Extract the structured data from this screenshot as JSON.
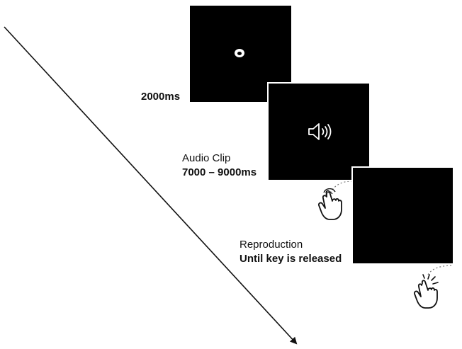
{
  "stages": [
    {
      "duration": "2000ms",
      "icon": "fixation-dot-icon"
    },
    {
      "title": "Audio Clip",
      "duration": "7000 – 9000ms",
      "icon": "speaker-sound-icon"
    },
    {
      "title": "Reproduction",
      "duration": "Until key is released",
      "icons": [
        "hand-press-key-icon",
        "hand-release-key-icon"
      ]
    }
  ],
  "colors": {
    "screen": "#000000",
    "background": "#ffffff",
    "text": "#111111"
  }
}
